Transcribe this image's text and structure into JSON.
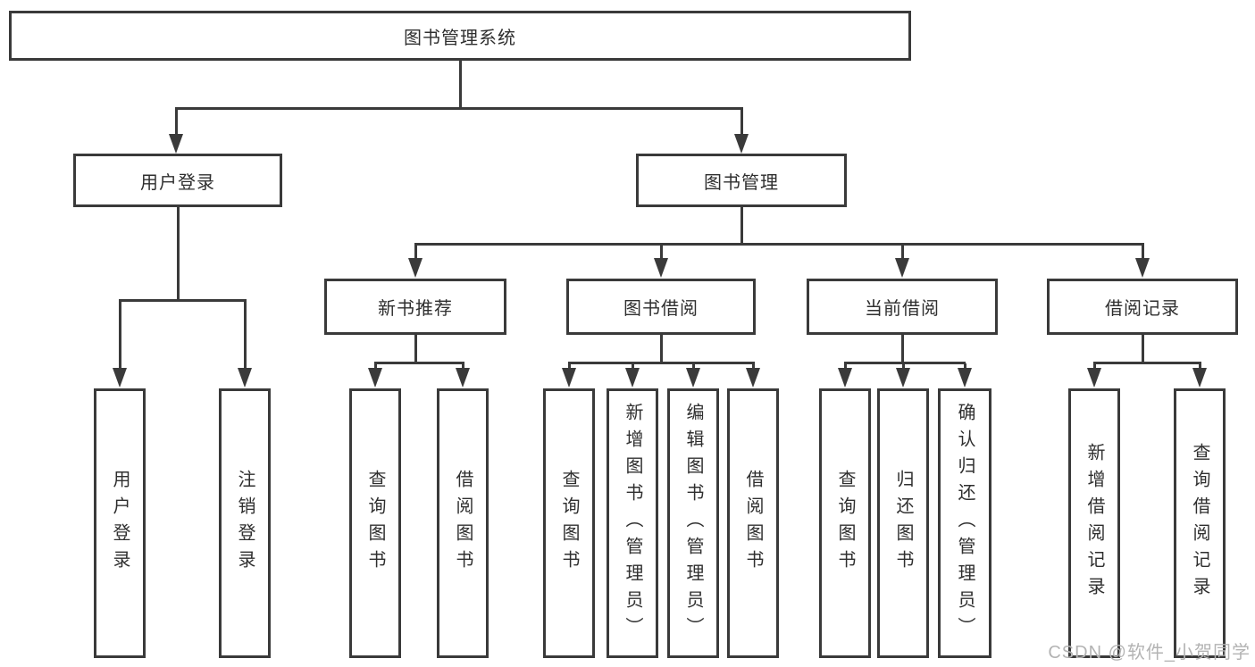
{
  "colors": {
    "line": "#3a3a3a",
    "text": "#2f2f2f",
    "watermark": "#b3b3b3",
    "background": "#ffffff"
  },
  "watermark": {
    "text": "CSDN @软件_小贺同学"
  },
  "tree": {
    "root": {
      "label": "图书管理系统"
    },
    "branches": [
      {
        "label": "用户登录",
        "children": [
          {
            "label": "用户登录"
          },
          {
            "label": "注销登录"
          }
        ]
      },
      {
        "label": "图书管理",
        "children": [
          {
            "label": "新书推荐",
            "children": [
              {
                "label": "查询图书"
              },
              {
                "label": "借阅图书"
              }
            ]
          },
          {
            "label": "图书借阅",
            "children": [
              {
                "label": "查询图书"
              },
              {
                "label": "新增图书（管理员）"
              },
              {
                "label": "编辑图书（管理员）"
              },
              {
                "label": "借阅图书"
              }
            ]
          },
          {
            "label": "当前借阅",
            "children": [
              {
                "label": "查询图书"
              },
              {
                "label": "归还图书"
              },
              {
                "label": "确认归还（管理员）"
              }
            ]
          },
          {
            "label": "借阅记录",
            "children": [
              {
                "label": "新增借阅记录"
              },
              {
                "label": "查询借阅记录"
              }
            ]
          }
        ]
      }
    ]
  }
}
